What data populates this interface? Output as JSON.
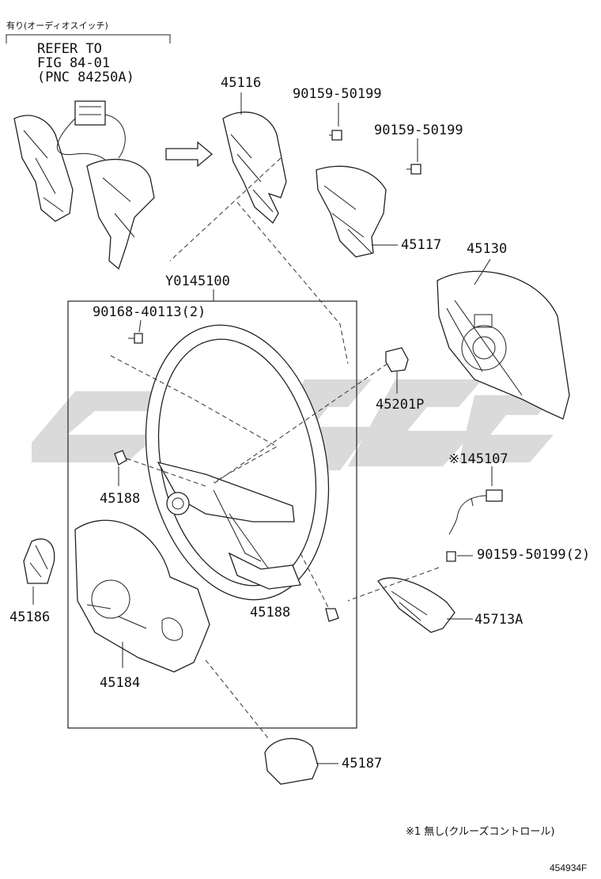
{
  "header_note": "有り(オーディオスイッチ)",
  "refer": {
    "line1": "REFER TO",
    "line2": "FIG 84-01",
    "line3": "(PNC 84250A)"
  },
  "assembly_label": "Y0145100",
  "parts": {
    "p45116": "45116",
    "p90159_a": "90159-50199",
    "p90159_b": "90159-50199",
    "p45117": "45117",
    "p45130": "45130",
    "p90168": "90168-40113(2)",
    "p45201p": "45201P",
    "p45107": "※145107",
    "p45188_a": "45188",
    "p90159_c": "90159-50199(2)",
    "p45186": "45186",
    "p45188_b": "45188",
    "p45713a": "45713A",
    "p45184": "45184",
    "p45187": "45187"
  },
  "footnote": "※1 無し(クルーズコントロール)",
  "figure_id": "454934F",
  "colors": {
    "line": "#222222",
    "watermark": "#d4d4d4",
    "background": "#ffffff"
  }
}
